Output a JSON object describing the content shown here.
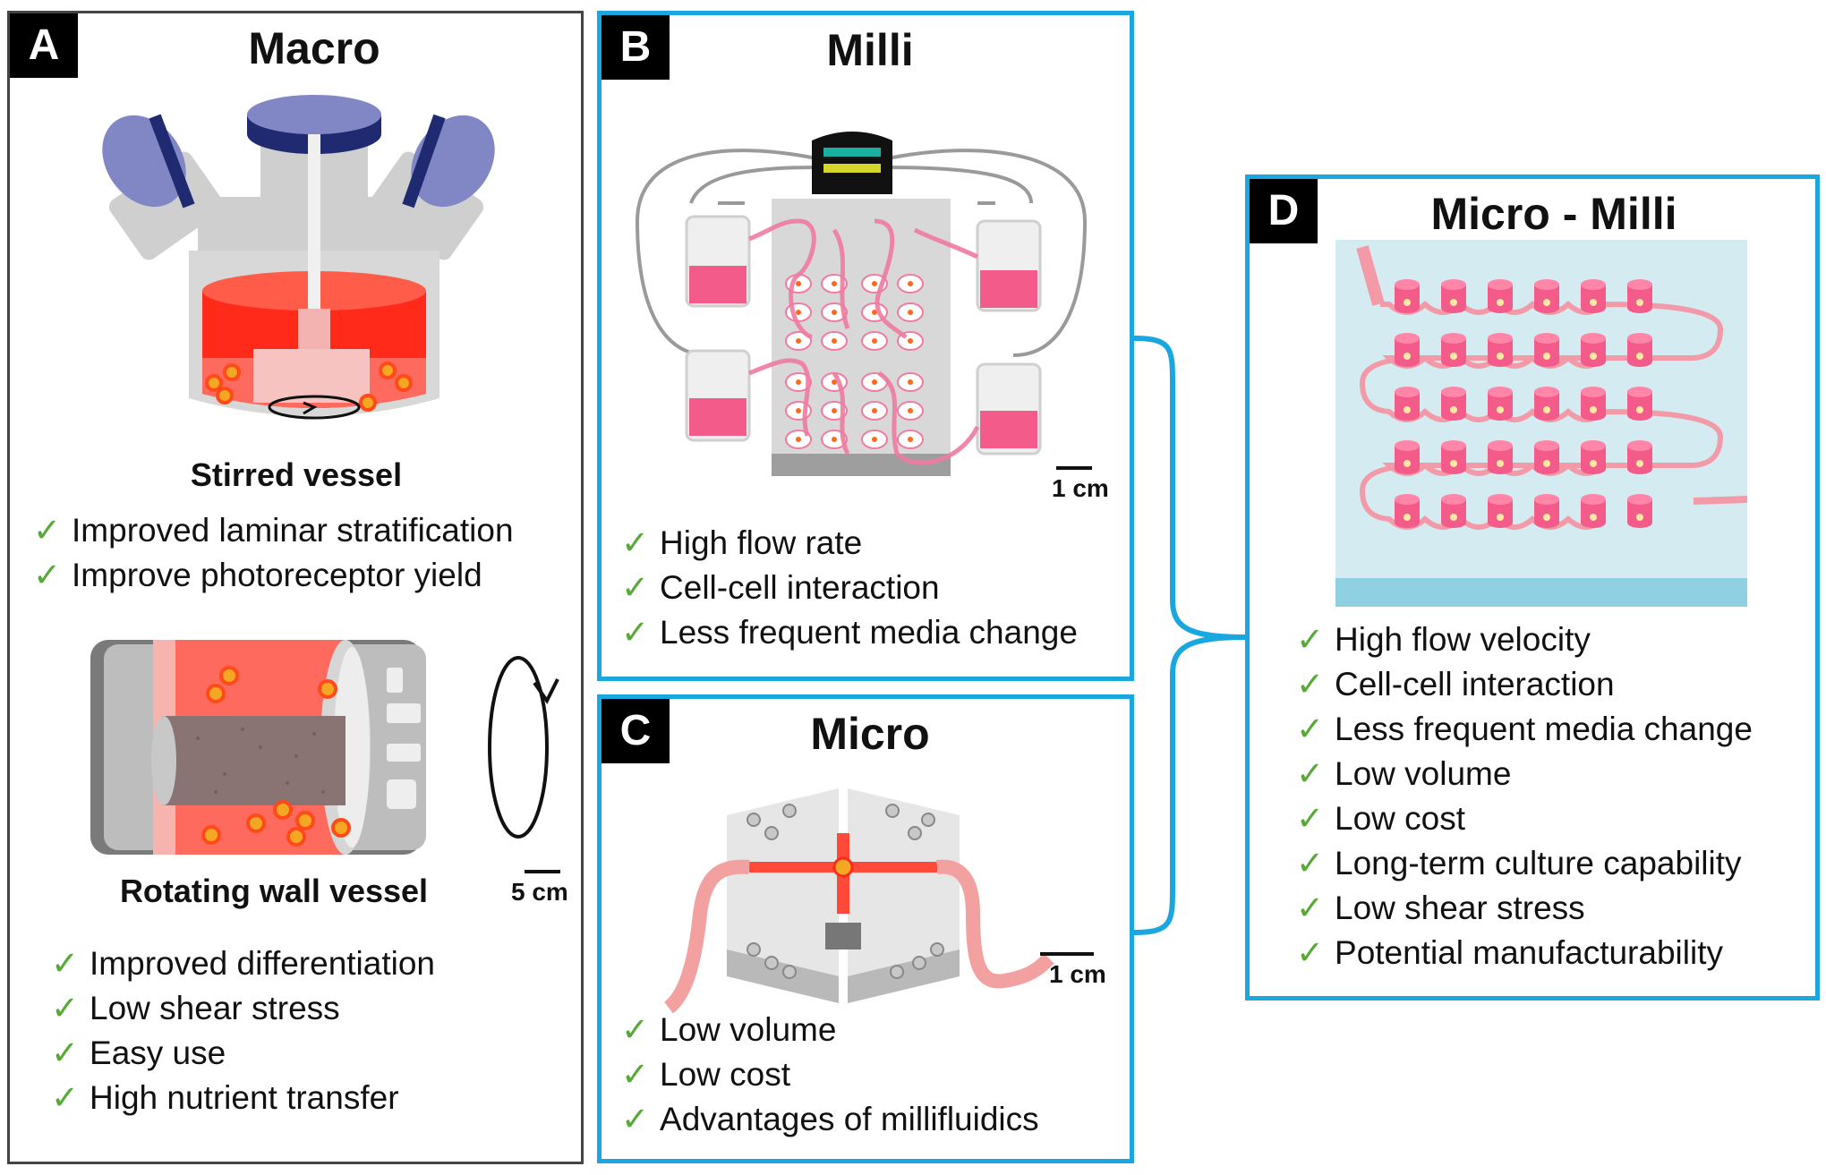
{
  "panels": {
    "a": {
      "letter": "A",
      "title": "Macro",
      "stirred_label": "Stirred vessel",
      "stirred_items": [
        "Improved laminar stratification",
        "Improve photoreceptor yield"
      ],
      "rwv_label": "Rotating wall vessel",
      "scale": "5 cm",
      "rwv_items": [
        "Improved differentiation",
        "Low shear stress",
        "Easy use",
        "High nutrient transfer"
      ]
    },
    "b": {
      "letter": "B",
      "title": "Milli",
      "scale": "1 cm",
      "items": [
        "High flow rate",
        "Cell-cell interaction",
        "Less frequent media change"
      ]
    },
    "c": {
      "letter": "C",
      "title": "Micro",
      "scale": "1 cm",
      "items": [
        "Low volume",
        "Low cost",
        "Advantages of millifluidics"
      ]
    },
    "d": {
      "letter": "D",
      "title": "Micro - Milli",
      "items": [
        "High flow velocity",
        "Cell-cell interaction",
        "Less frequent media change",
        "Low volume",
        "Low cost",
        "Long-term culture capability",
        "Low shear stress",
        "Potential manufacturability"
      ]
    }
  },
  "check_symbol": "✓",
  "colors": {
    "accent_blue": "#1aa6df",
    "check_green": "#58a93a",
    "medium_red": "#ff2a1a",
    "pink": "#f25b8a"
  }
}
